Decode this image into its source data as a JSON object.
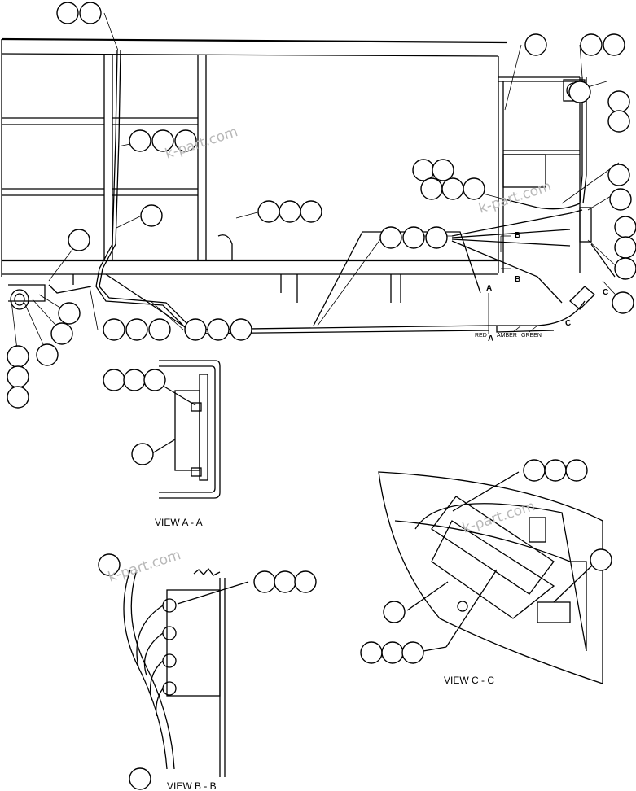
{
  "watermark": "k-part.com",
  "views": {
    "a": "VIEW  A - A",
    "b": "VIEW  B - B",
    "c": "VIEW  C - C"
  },
  "wire_colors": {
    "red": "RED",
    "amber": "AMBER",
    "green": "GREEN"
  },
  "section_letters": {
    "a": "A",
    "b": "B",
    "c": "C"
  },
  "callout_groups": [
    {
      "id": "g1",
      "count": 2
    },
    {
      "id": "g2",
      "count": 1
    },
    {
      "id": "g3",
      "count": 2
    },
    {
      "id": "g4",
      "count": 1
    },
    {
      "id": "g5",
      "count": 3
    },
    {
      "id": "g6",
      "count": 2
    },
    {
      "id": "g7",
      "count": 2
    },
    {
      "id": "g8",
      "count": 3
    },
    {
      "id": "g9",
      "count": 1
    },
    {
      "id": "g10",
      "count": 3
    },
    {
      "id": "g11",
      "count": 1
    },
    {
      "id": "g12",
      "count": 3
    },
    {
      "id": "g13",
      "count": 3
    },
    {
      "id": "g14",
      "count": 3
    },
    {
      "id": "g15",
      "count": 1
    },
    {
      "id": "g16",
      "count": 1
    },
    {
      "id": "g17",
      "count": 1
    },
    {
      "id": "g18",
      "count": 1
    },
    {
      "id": "g19",
      "count": 1
    },
    {
      "id": "g20",
      "count": 1
    },
    {
      "id": "g21",
      "count": 1
    },
    {
      "id": "g22",
      "count": 1
    },
    {
      "id": "g23",
      "count": 3
    },
    {
      "id": "g24",
      "count": 1
    },
    {
      "id": "g25",
      "count": 1
    },
    {
      "id": "g26",
      "count": 3
    },
    {
      "id": "g27",
      "count": 1
    },
    {
      "id": "g28",
      "count": 3
    },
    {
      "id": "g29",
      "count": 3
    },
    {
      "id": "g30",
      "count": 1
    },
    {
      "id": "g31",
      "count": 1
    }
  ]
}
